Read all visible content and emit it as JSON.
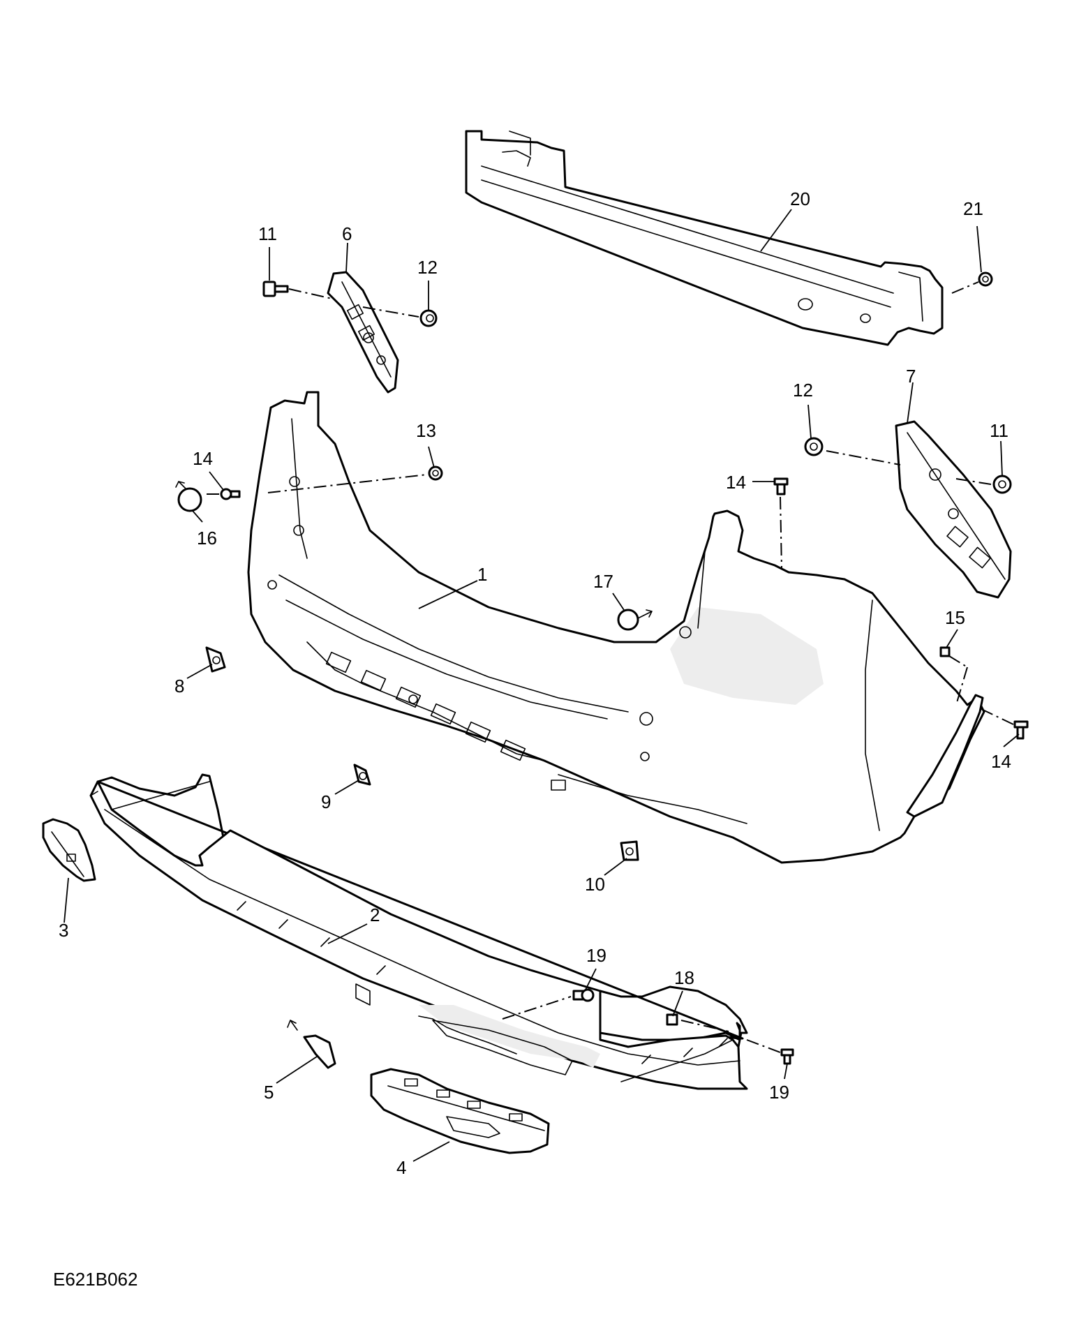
{
  "diagram": {
    "reference_code": "E621B062",
    "callouts": [
      {
        "id": "1",
        "label": "1"
      },
      {
        "id": "2",
        "label": "2"
      },
      {
        "id": "3",
        "label": "3"
      },
      {
        "id": "4",
        "label": "4"
      },
      {
        "id": "5",
        "label": "5"
      },
      {
        "id": "6",
        "label": "6"
      },
      {
        "id": "7",
        "label": "7"
      },
      {
        "id": "8",
        "label": "8"
      },
      {
        "id": "9",
        "label": "9"
      },
      {
        "id": "10",
        "label": "10"
      },
      {
        "id": "11a",
        "label": "11"
      },
      {
        "id": "11b",
        "label": "11"
      },
      {
        "id": "12a",
        "label": "12"
      },
      {
        "id": "12b",
        "label": "12"
      },
      {
        "id": "13",
        "label": "13"
      },
      {
        "id": "14a",
        "label": "14"
      },
      {
        "id": "14b",
        "label": "14"
      },
      {
        "id": "14c",
        "label": "14"
      },
      {
        "id": "15",
        "label": "15"
      },
      {
        "id": "16",
        "label": "16"
      },
      {
        "id": "17",
        "label": "17"
      },
      {
        "id": "18",
        "label": "18"
      },
      {
        "id": "19a",
        "label": "19"
      },
      {
        "id": "19b",
        "label": "19"
      },
      {
        "id": "20",
        "label": "20"
      },
      {
        "id": "21",
        "label": "21"
      }
    ]
  }
}
